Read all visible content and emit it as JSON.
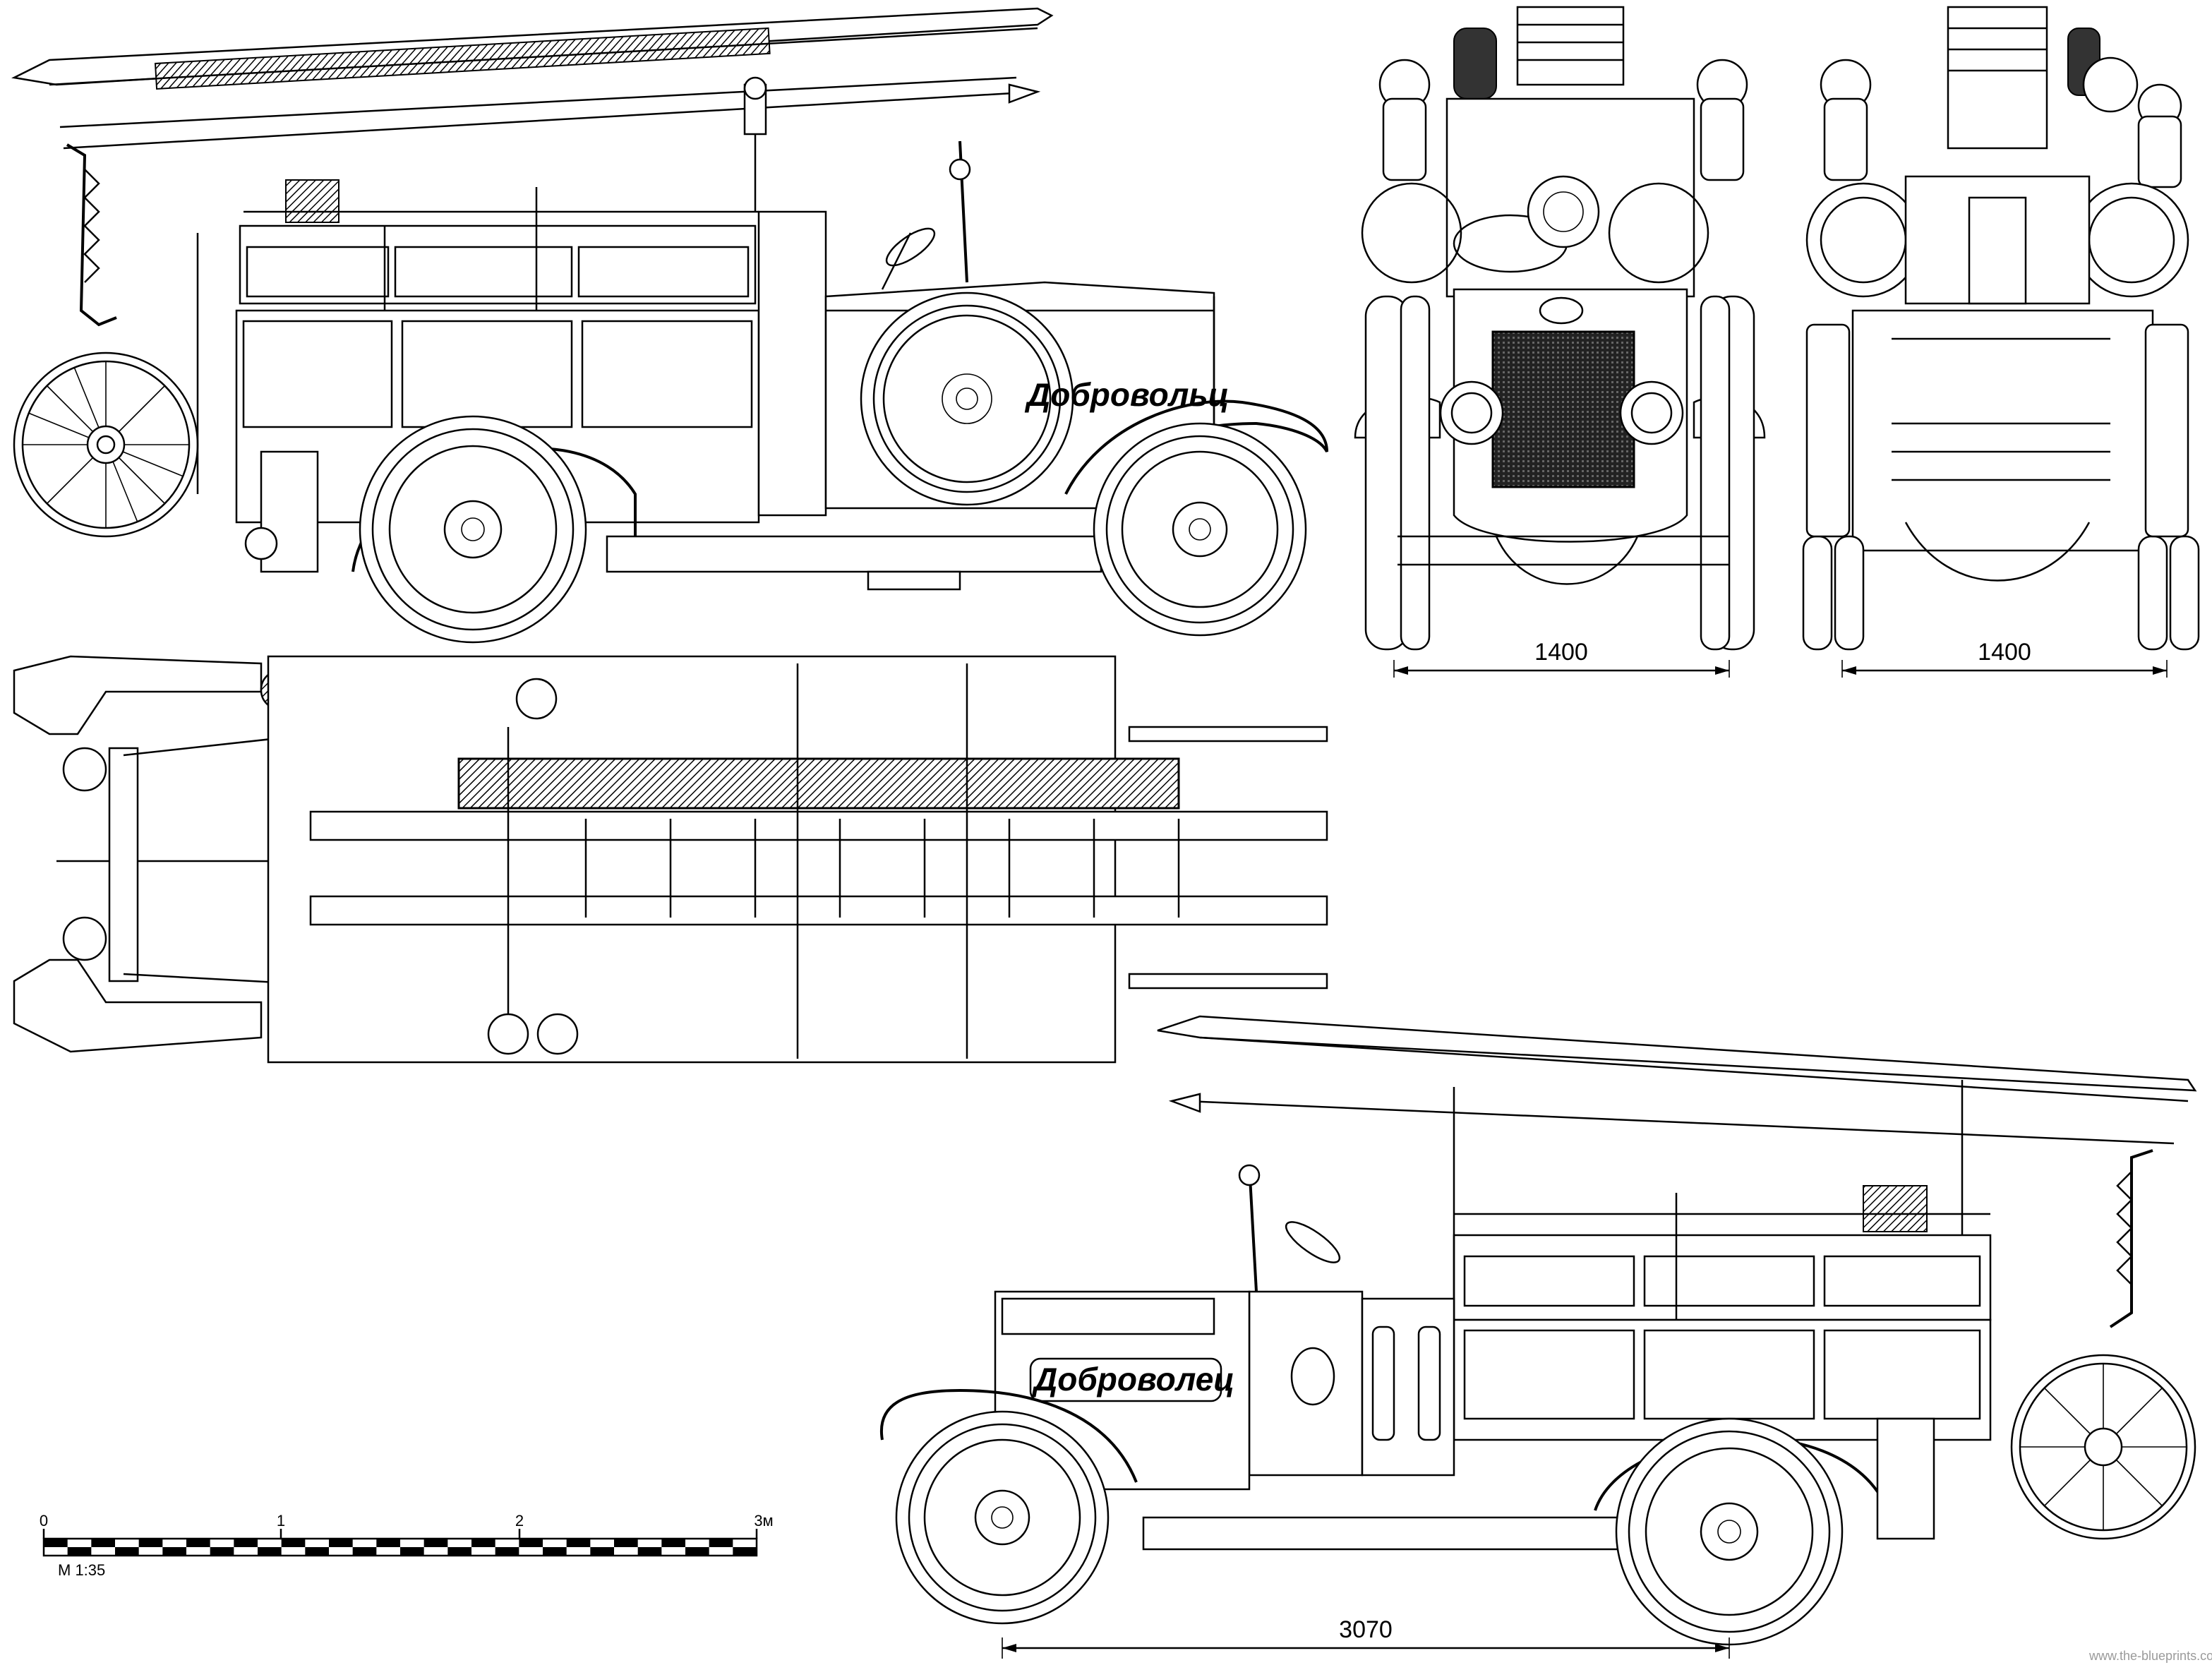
{
  "drawing": {
    "vehicle_lettering": "Добровольц",
    "vehicle_lettering_lower": "Доброволец",
    "dimensions": {
      "front_track": "1400",
      "rear_track": "1400",
      "wheelbase": "3070"
    },
    "scale_bar": {
      "labels": [
        "0",
        "1",
        "2",
        "3м"
      ],
      "ratio": "M 1:35"
    },
    "watermark": "www.the-blueprints.com"
  },
  "colors": {
    "line": "#000000",
    "background": "#ffffff",
    "grille": "#333333"
  }
}
